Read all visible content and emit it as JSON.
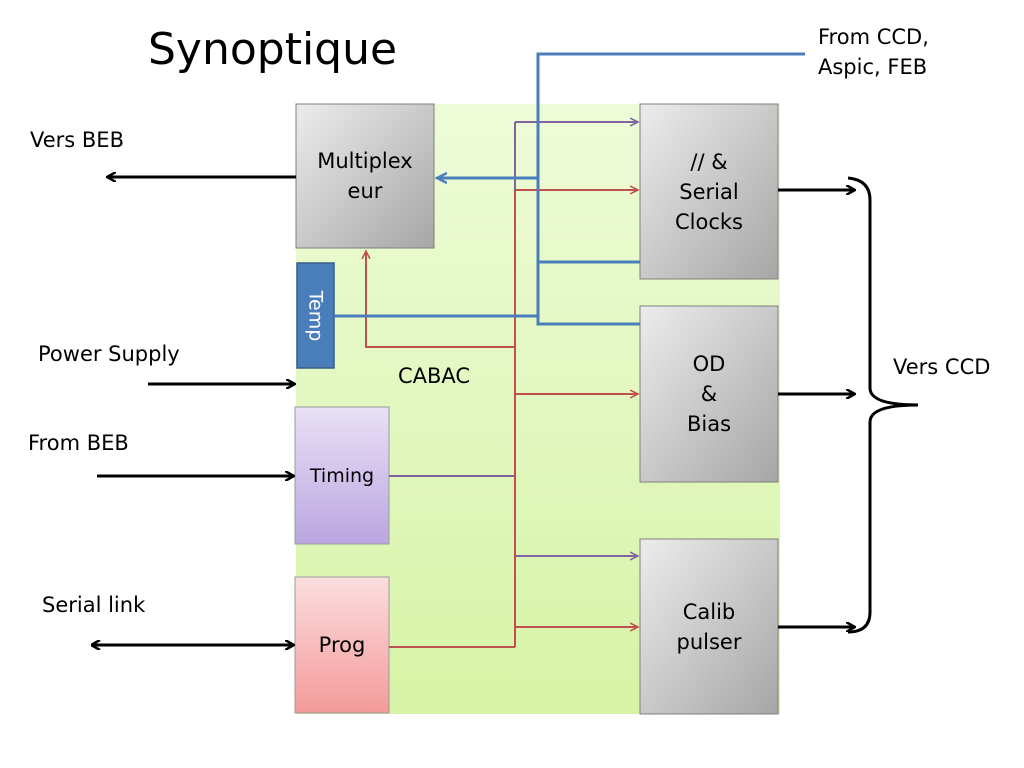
{
  "title": "Synoptique",
  "colors": {
    "board": "#e6f8c4",
    "grey_block": "#c8c8c8",
    "timing_block": "#cbb8ea",
    "prog_block": "#f7a6a6",
    "temp_block": "#4a7ebb",
    "blue_bus": "#4a7ebb",
    "red_line": "#c0504d",
    "purple_line": "#8064a2",
    "black_arrow": "#000000"
  },
  "labels": {
    "vers_beb": "Vers BEB",
    "power_supply": "Power Supply",
    "from_beb": "From BEB",
    "serial_link": "Serial link",
    "from_ccd": "From CCD,\nAspic, FEB",
    "vers_ccd": "Vers CCD",
    "cabac": "CABAC"
  },
  "blocks": {
    "multiplexeur": "Multiplex\neur",
    "temp": "Temp",
    "timing": "Timing",
    "prog": "Prog",
    "clocks": "// &\nSerial\nClocks",
    "od_bias": "OD\n&\nBias",
    "calib": "Calib\npulser"
  }
}
